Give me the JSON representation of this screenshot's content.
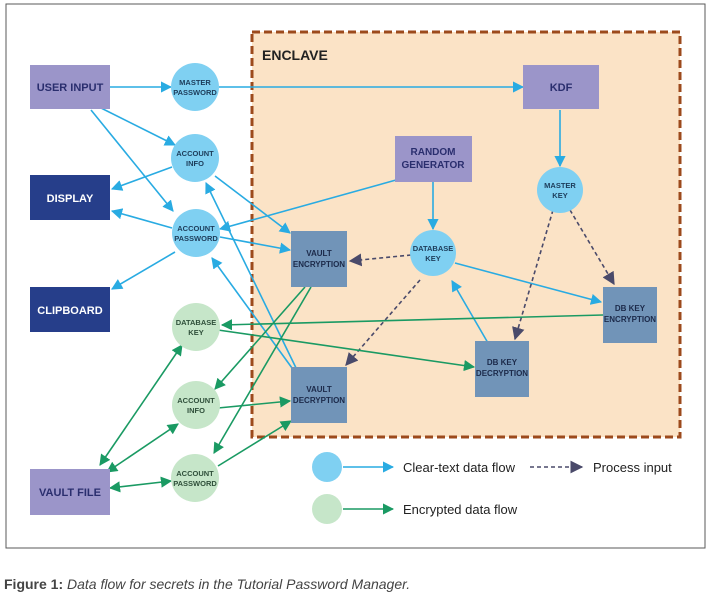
{
  "enclave": {
    "title": "ENCLAVE"
  },
  "boxes": {
    "user_input": "USER INPUT",
    "display": "DISPLAY",
    "clipboard": "CLIPBOARD",
    "vault_file": "VAULT FILE",
    "kdf": "KDF",
    "random_generator": [
      "RANDOM",
      "GENERATOR"
    ],
    "vault_encryption": [
      "VAULT",
      "ENCRYPTION"
    ],
    "vault_decryption": [
      "VAULT",
      "DECRYPTION"
    ],
    "db_key_encryption": [
      "DB KEY",
      "ENCRYPTION"
    ],
    "db_key_decryption": [
      "DB KEY",
      "DECRYPTION"
    ]
  },
  "circles": {
    "master_password": [
      "MASTER",
      "PASSWORD"
    ],
    "account_info": [
      "ACCOUNT",
      "INFO"
    ],
    "account_password": [
      "ACCOUNT",
      "PASSWORD"
    ],
    "master_key": [
      "MASTER",
      "KEY"
    ],
    "database_key": [
      "DATABASE",
      "KEY"
    ],
    "enc_database_key": [
      "DATABASE",
      "KEY"
    ],
    "enc_account_info": [
      "ACCOUNT",
      "INFO"
    ],
    "enc_account_password": [
      "ACCOUNT",
      "PASSWORD"
    ]
  },
  "legend": {
    "clear_text": "Clear-text data flow",
    "process_input": "Process input",
    "encrypted": "Encrypted data flow"
  },
  "caption": {
    "label": "Figure 1:",
    "text": "Data flow for secrets in the Tutorial Password Manager."
  },
  "colors": {
    "clear_flow": "#29abe2",
    "encrypted_flow": "#1a9a63",
    "process_input": "#4a4a6a",
    "clear_circle": "#7fd0f2",
    "encrypted_circle": "#c6e6c9",
    "enclave_fill": "#fbe3c6",
    "enclave_border": "#9c4a1c",
    "purple_box": "#9b95c9",
    "dark_blue_box": "#263e8a",
    "steel_box": "#7194b8"
  }
}
